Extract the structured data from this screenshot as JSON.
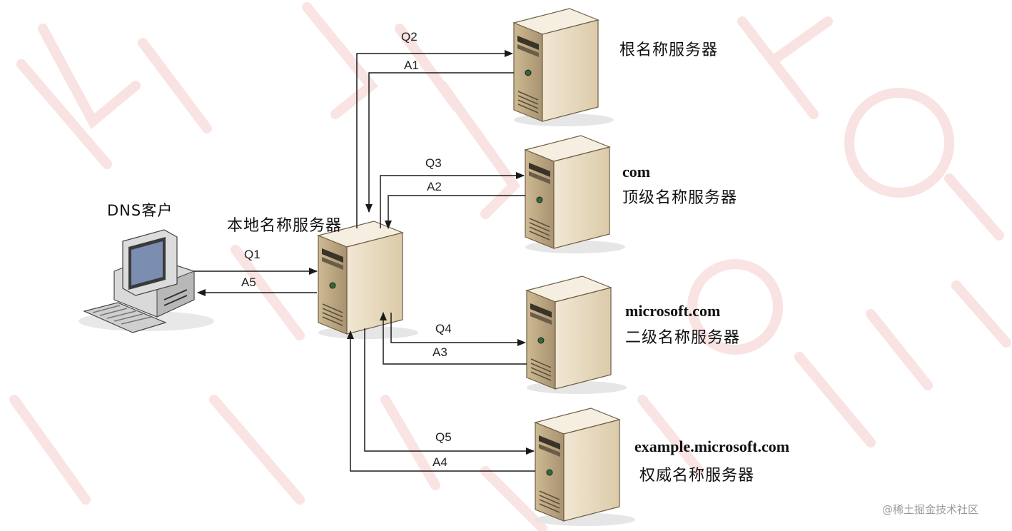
{
  "labels": {
    "dns_client": "DNS客户",
    "local_server": "本地名称服务器",
    "root_server": "根名称服务器",
    "com_domain": "com",
    "tld_server": "顶级名称服务器",
    "microsoft_domain": "microsoft.com",
    "second_level_server": "二级名称服务器",
    "example_domain": "example.microsoft.com",
    "authoritative_server": "权威名称服务器"
  },
  "messages": {
    "q1": "Q1",
    "a5": "A5",
    "q2": "Q2",
    "a1": "A1",
    "q3": "Q3",
    "a2": "A2",
    "q4": "Q4",
    "a3": "A3",
    "q5": "Q5",
    "a4": "A4"
  },
  "credit": "@稀土掘金技术社区",
  "colors": {
    "server_face": "#e9dcc2",
    "server_side": "#c9b48c",
    "server_top": "#f4ecdb",
    "line": "#1a1a1a",
    "watermark": "#f2c9c9"
  }
}
